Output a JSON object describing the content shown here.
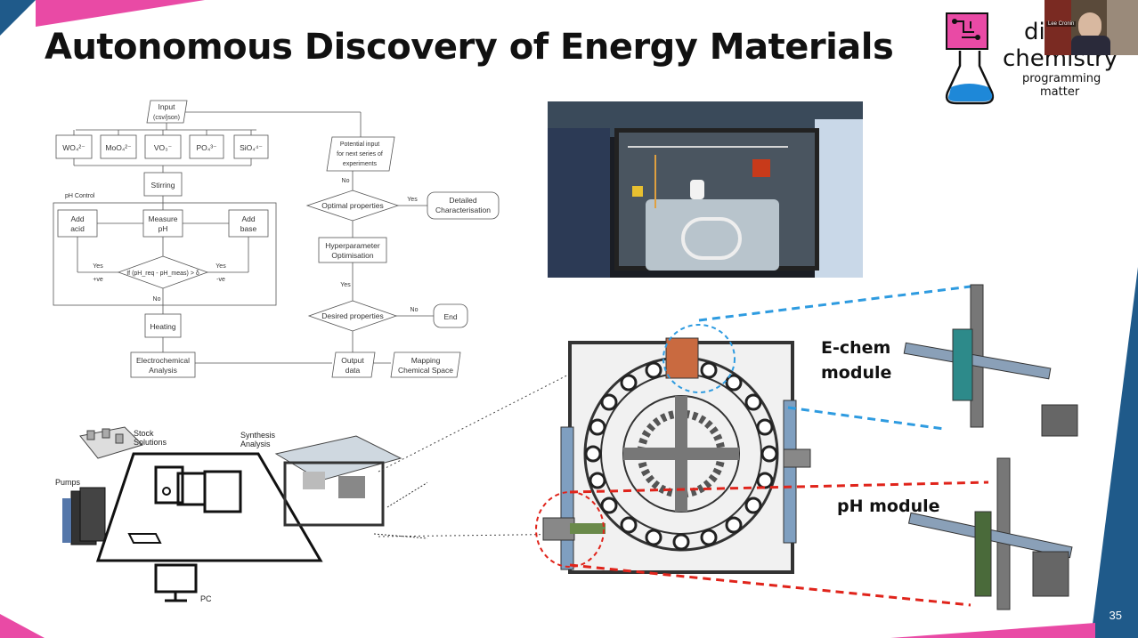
{
  "slide": {
    "title": "Autonomous Discovery of Energy Materials",
    "number": "35",
    "accent_colors": {
      "pink": "#e94aa5",
      "blue": "#1f5a8a",
      "red_dash": "#e0241b",
      "cyan_dash": "#2e9be0"
    }
  },
  "logo": {
    "line1": "di",
    "line2": "chemistry",
    "line3": "programming",
    "line4": "matter",
    "presenter": "Lee Cronin"
  },
  "flowchart": {
    "input": "Input",
    "input_sub": "(csv/json)",
    "anions": [
      "WO₄²⁻",
      "MoO₄²⁻",
      "VO₃⁻",
      "PO₄³⁻",
      "SiO₄⁴⁻"
    ],
    "stirring": "Stirring",
    "ph_control": "pH Control",
    "add_acid": [
      "Add",
      "acid"
    ],
    "measure_ph": [
      "Measure",
      "pH"
    ],
    "add_base": [
      "Add",
      "base"
    ],
    "condition": "If (pH_req - pH_meas) > δ",
    "yes_left": "Yes",
    "plus_ve": "+ve",
    "yes_right": "Yes",
    "minus_ve": "-ve",
    "no": "No",
    "heating": "Heating",
    "electrochem": [
      "Electrochemical",
      "Analysis"
    ],
    "output_data": [
      "Output",
      "data"
    ],
    "mapping": [
      "Mapping",
      "Chemical Space"
    ],
    "desired": "Desired properties",
    "end": "End",
    "yes_desired": "Yes",
    "no_desired": "No",
    "hyper": [
      "Hyperparameter",
      "Optimisation"
    ],
    "optimal": "Optimal properties",
    "yes_optimal": "Yes",
    "no_optimal": "No",
    "detailed": [
      "Detailed",
      "Characterisation"
    ],
    "potential": [
      "Potential input",
      "for next series of",
      "experiments"
    ]
  },
  "setup_diagram": {
    "stock": [
      "Stock",
      "Solutions"
    ],
    "synthesis": [
      "Synthesis",
      "Analysis"
    ],
    "pumps": "Pumps",
    "pc": "PC"
  },
  "modules": {
    "echem": [
      "E-chem",
      "module"
    ],
    "ph": "pH module"
  }
}
